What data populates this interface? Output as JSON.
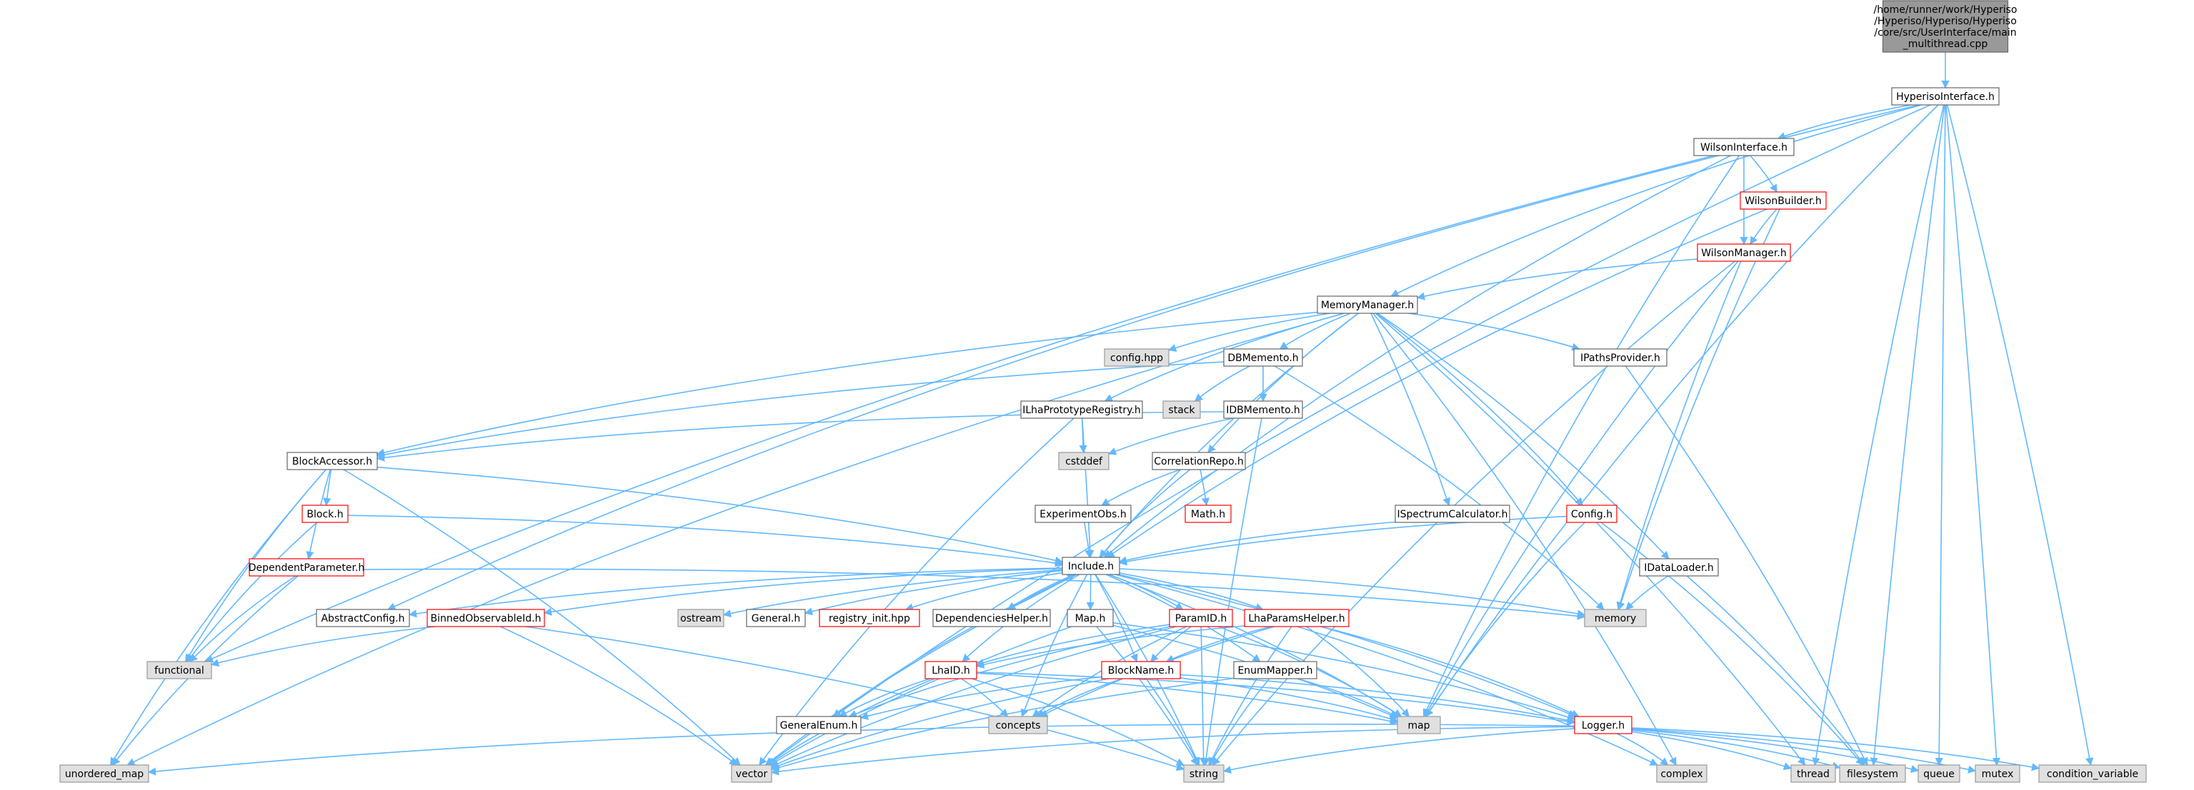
{
  "graph": {
    "colors": {
      "root_fill": "#999999",
      "file_fill": "#ffffff",
      "file_border": "#666666",
      "missing_border": "#ff0000",
      "system_fill": "#e0e0e0",
      "system_border": "#999999",
      "edge": "#63b8ff"
    },
    "nodes": [
      {
        "id": "root",
        "label": [
          "/home/runner/work/Hyperiso",
          "/Hyperiso/Hyperiso/Hyperiso",
          "/core/src/UserInterface/main",
          "_multithread.cpp"
        ],
        "kind": "root"
      },
      {
        "id": "hyperiso",
        "label": [
          "HyperisoInterface.h"
        ],
        "kind": "file"
      },
      {
        "id": "wilsoniface",
        "label": [
          "WilsonInterface.h"
        ],
        "kind": "file"
      },
      {
        "id": "wilsonbuilder",
        "label": [
          "WilsonBuilder.h"
        ],
        "kind": "missing"
      },
      {
        "id": "wilsonmanager",
        "label": [
          "WilsonManager.h"
        ],
        "kind": "missing"
      },
      {
        "id": "memory_mgr",
        "label": [
          "MemoryManager.h"
        ],
        "kind": "file"
      },
      {
        "id": "confighpp",
        "label": [
          "config.hpp"
        ],
        "kind": "system"
      },
      {
        "id": "dbmemento",
        "label": [
          "DBMemento.h"
        ],
        "kind": "file"
      },
      {
        "id": "ipaths",
        "label": [
          "IPathsProvider.h"
        ],
        "kind": "file"
      },
      {
        "id": "stack",
        "label": [
          "stack"
        ],
        "kind": "system"
      },
      {
        "id": "ilha",
        "label": [
          "ILhaPrototypeRegistry.h"
        ],
        "kind": "file"
      },
      {
        "id": "idbmemento",
        "label": [
          "IDBMemento.h"
        ],
        "kind": "file"
      },
      {
        "id": "cstddef",
        "label": [
          "cstddef"
        ],
        "kind": "system"
      },
      {
        "id": "blockacc",
        "label": [
          "BlockAccessor.h"
        ],
        "kind": "file"
      },
      {
        "id": "correlation",
        "label": [
          "CorrelationRepo.h"
        ],
        "kind": "file"
      },
      {
        "id": "block",
        "label": [
          "Block.h"
        ],
        "kind": "missing"
      },
      {
        "id": "expobs",
        "label": [
          "ExperimentObs.h"
        ],
        "kind": "file"
      },
      {
        "id": "math",
        "label": [
          "Math.h"
        ],
        "kind": "missing"
      },
      {
        "id": "ispectrum",
        "label": [
          "ISpectrumCalculator.h"
        ],
        "kind": "file"
      },
      {
        "id": "config",
        "label": [
          "Config.h"
        ],
        "kind": "missing"
      },
      {
        "id": "deppar",
        "label": [
          "DependentParameter.h"
        ],
        "kind": "missing"
      },
      {
        "id": "include",
        "label": [
          "Include.h"
        ],
        "kind": "file"
      },
      {
        "id": "idataloader",
        "label": [
          "IDataLoader.h"
        ],
        "kind": "file"
      },
      {
        "id": "abstractconfig",
        "label": [
          "AbstractConfig.h"
        ],
        "kind": "file"
      },
      {
        "id": "binned",
        "label": [
          "BinnedObservableId.h"
        ],
        "kind": "missing"
      },
      {
        "id": "ostream",
        "label": [
          "ostream"
        ],
        "kind": "system"
      },
      {
        "id": "general",
        "label": [
          "General.h"
        ],
        "kind": "file"
      },
      {
        "id": "registry",
        "label": [
          "registry_init.hpp"
        ],
        "kind": "missing"
      },
      {
        "id": "dephelper",
        "label": [
          "DependenciesHelper.h"
        ],
        "kind": "file"
      },
      {
        "id": "maph",
        "label": [
          "Map.h"
        ],
        "kind": "file"
      },
      {
        "id": "paramid",
        "label": [
          "ParamID.h"
        ],
        "kind": "missing"
      },
      {
        "id": "lhaparams",
        "label": [
          "LhaParamsHelper.h"
        ],
        "kind": "missing"
      },
      {
        "id": "memory",
        "label": [
          "memory"
        ],
        "kind": "system"
      },
      {
        "id": "functional",
        "label": [
          "functional"
        ],
        "kind": "system"
      },
      {
        "id": "lhaid",
        "label": [
          "LhaID.h"
        ],
        "kind": "missing"
      },
      {
        "id": "blockname",
        "label": [
          "BlockName.h"
        ],
        "kind": "missing"
      },
      {
        "id": "enummapper",
        "label": [
          "EnumMapper.h"
        ],
        "kind": "file"
      },
      {
        "id": "generalenum",
        "label": [
          "GeneralEnum.h"
        ],
        "kind": "file"
      },
      {
        "id": "concepts",
        "label": [
          "concepts"
        ],
        "kind": "system"
      },
      {
        "id": "map",
        "label": [
          "map"
        ],
        "kind": "system"
      },
      {
        "id": "logger",
        "label": [
          "Logger.h"
        ],
        "kind": "missing"
      },
      {
        "id": "unordered_map",
        "label": [
          "unordered_map"
        ],
        "kind": "system"
      },
      {
        "id": "vector",
        "label": [
          "vector"
        ],
        "kind": "system"
      },
      {
        "id": "string",
        "label": [
          "string"
        ],
        "kind": "system"
      },
      {
        "id": "complex",
        "label": [
          "complex"
        ],
        "kind": "system"
      },
      {
        "id": "thread",
        "label": [
          "thread"
        ],
        "kind": "system"
      },
      {
        "id": "filesystem",
        "label": [
          "filesystem"
        ],
        "kind": "system"
      },
      {
        "id": "queue",
        "label": [
          "queue"
        ],
        "kind": "system"
      },
      {
        "id": "mutex",
        "label": [
          "mutex"
        ],
        "kind": "system"
      },
      {
        "id": "condvar",
        "label": [
          "condition_variable"
        ],
        "kind": "system"
      }
    ],
    "edges": [
      [
        "root",
        "hyperiso"
      ],
      [
        "hyperiso",
        "wilsoniface"
      ],
      [
        "hyperiso",
        "memory_mgr"
      ],
      [
        "hyperiso",
        "functional"
      ],
      [
        "hyperiso",
        "vector"
      ],
      [
        "hyperiso",
        "map"
      ],
      [
        "hyperiso",
        "thread"
      ],
      [
        "hyperiso",
        "queue"
      ],
      [
        "hyperiso",
        "mutex"
      ],
      [
        "hyperiso",
        "condvar"
      ],
      [
        "hyperiso",
        "filesystem"
      ],
      [
        "wilsoniface",
        "wilsonbuilder"
      ],
      [
        "wilsoniface",
        "wilsonmanager"
      ],
      [
        "wilsoniface",
        "include"
      ],
      [
        "wilsoniface",
        "abstractconfig"
      ],
      [
        "wilsoniface",
        "map"
      ],
      [
        "wilsonbuilder",
        "wilsonmanager"
      ],
      [
        "wilsonbuilder",
        "include"
      ],
      [
        "wilsonbuilder",
        "memory"
      ],
      [
        "wilsonmanager",
        "memory_mgr"
      ],
      [
        "wilsonmanager",
        "memory"
      ],
      [
        "wilsonmanager",
        "map"
      ],
      [
        "wilsonmanager",
        "string"
      ],
      [
        "memory_mgr",
        "confighpp"
      ],
      [
        "memory_mgr",
        "dbmemento"
      ],
      [
        "memory_mgr",
        "ipaths"
      ],
      [
        "memory_mgr",
        "ilha"
      ],
      [
        "memory_mgr",
        "blockacc"
      ],
      [
        "memory_mgr",
        "correlation"
      ],
      [
        "memory_mgr",
        "ispectrum"
      ],
      [
        "memory_mgr",
        "config"
      ],
      [
        "memory_mgr",
        "idataloader"
      ],
      [
        "memory_mgr",
        "include"
      ],
      [
        "memory_mgr",
        "unordered_map"
      ],
      [
        "memory_mgr",
        "complex"
      ],
      [
        "memory_mgr",
        "thread"
      ],
      [
        "ipaths",
        "filesystem"
      ],
      [
        "dbmemento",
        "stack"
      ],
      [
        "dbmemento",
        "idbmemento"
      ],
      [
        "dbmemento",
        "blockacc"
      ],
      [
        "dbmemento",
        "memory"
      ],
      [
        "idbmemento",
        "blockacc"
      ],
      [
        "idbmemento",
        "cstddef"
      ],
      [
        "idbmemento",
        "string"
      ],
      [
        "ilha",
        "cstddef"
      ],
      [
        "ilha",
        "include"
      ],
      [
        "ilha",
        "vector"
      ],
      [
        "blockacc",
        "block"
      ],
      [
        "blockacc",
        "deppar"
      ],
      [
        "blockacc",
        "include"
      ],
      [
        "blockacc",
        "functional"
      ],
      [
        "blockacc",
        "unordered_map"
      ],
      [
        "blockacc",
        "vector"
      ],
      [
        "block",
        "include"
      ],
      [
        "block",
        "functional"
      ],
      [
        "deppar",
        "functional"
      ],
      [
        "deppar",
        "unordered_map"
      ],
      [
        "deppar",
        "memory"
      ],
      [
        "correlation",
        "expobs"
      ],
      [
        "correlation",
        "math"
      ],
      [
        "correlation",
        "include"
      ],
      [
        "expobs",
        "include"
      ],
      [
        "ispectrum",
        "include"
      ],
      [
        "config",
        "include"
      ],
      [
        "config",
        "map"
      ],
      [
        "config",
        "filesystem"
      ],
      [
        "idataloader",
        "memory"
      ],
      [
        "idataloader",
        "filesystem"
      ],
      [
        "include",
        "abstractconfig"
      ],
      [
        "include",
        "binned"
      ],
      [
        "include",
        "ostream"
      ],
      [
        "include",
        "general"
      ],
      [
        "include",
        "registry"
      ],
      [
        "include",
        "dephelper"
      ],
      [
        "include",
        "maph"
      ],
      [
        "include",
        "paramid"
      ],
      [
        "include",
        "lhaparams"
      ],
      [
        "include",
        "memory"
      ],
      [
        "include",
        "lhaid"
      ],
      [
        "include",
        "blockname"
      ],
      [
        "include",
        "enummapper"
      ],
      [
        "include",
        "generalenum"
      ],
      [
        "include",
        "concepts"
      ],
      [
        "include",
        "map"
      ],
      [
        "include",
        "logger"
      ],
      [
        "include",
        "vector"
      ],
      [
        "include",
        "string"
      ],
      [
        "include",
        "complex"
      ],
      [
        "dephelper",
        "include"
      ],
      [
        "binned",
        "functional"
      ],
      [
        "binned",
        "vector"
      ],
      [
        "binned",
        "string"
      ],
      [
        "maph",
        "map"
      ],
      [
        "maph",
        "string"
      ],
      [
        "maph",
        "vector"
      ],
      [
        "maph",
        "logger"
      ],
      [
        "paramid",
        "lhaid"
      ],
      [
        "paramid",
        "blockname"
      ],
      [
        "paramid",
        "generalenum"
      ],
      [
        "paramid",
        "concepts"
      ],
      [
        "paramid",
        "map"
      ],
      [
        "paramid",
        "vector"
      ],
      [
        "paramid",
        "string"
      ],
      [
        "lhaparams",
        "blockname"
      ],
      [
        "lhaparams",
        "lhaid"
      ],
      [
        "lhaparams",
        "map"
      ],
      [
        "lhaparams",
        "logger"
      ],
      [
        "lhaparams",
        "string"
      ],
      [
        "lhaparams",
        "concepts"
      ],
      [
        "lhaid",
        "generalenum"
      ],
      [
        "lhaid",
        "concepts"
      ],
      [
        "lhaid",
        "map"
      ],
      [
        "lhaid",
        "vector"
      ],
      [
        "lhaid",
        "string"
      ],
      [
        "lhaid",
        "logger"
      ],
      [
        "blockname",
        "generalenum"
      ],
      [
        "blockname",
        "concepts"
      ],
      [
        "blockname",
        "map"
      ],
      [
        "blockname",
        "vector"
      ],
      [
        "blockname",
        "string"
      ],
      [
        "blockname",
        "logger"
      ],
      [
        "enummapper",
        "map"
      ],
      [
        "enummapper",
        "string"
      ],
      [
        "enummapper",
        "vector"
      ],
      [
        "logger",
        "unordered_map"
      ],
      [
        "logger",
        "vector"
      ],
      [
        "logger",
        "string"
      ],
      [
        "logger",
        "complex"
      ],
      [
        "logger",
        "thread"
      ],
      [
        "logger",
        "filesystem"
      ],
      [
        "logger",
        "queue"
      ],
      [
        "logger",
        "mutex"
      ],
      [
        "logger",
        "condvar"
      ]
    ]
  }
}
